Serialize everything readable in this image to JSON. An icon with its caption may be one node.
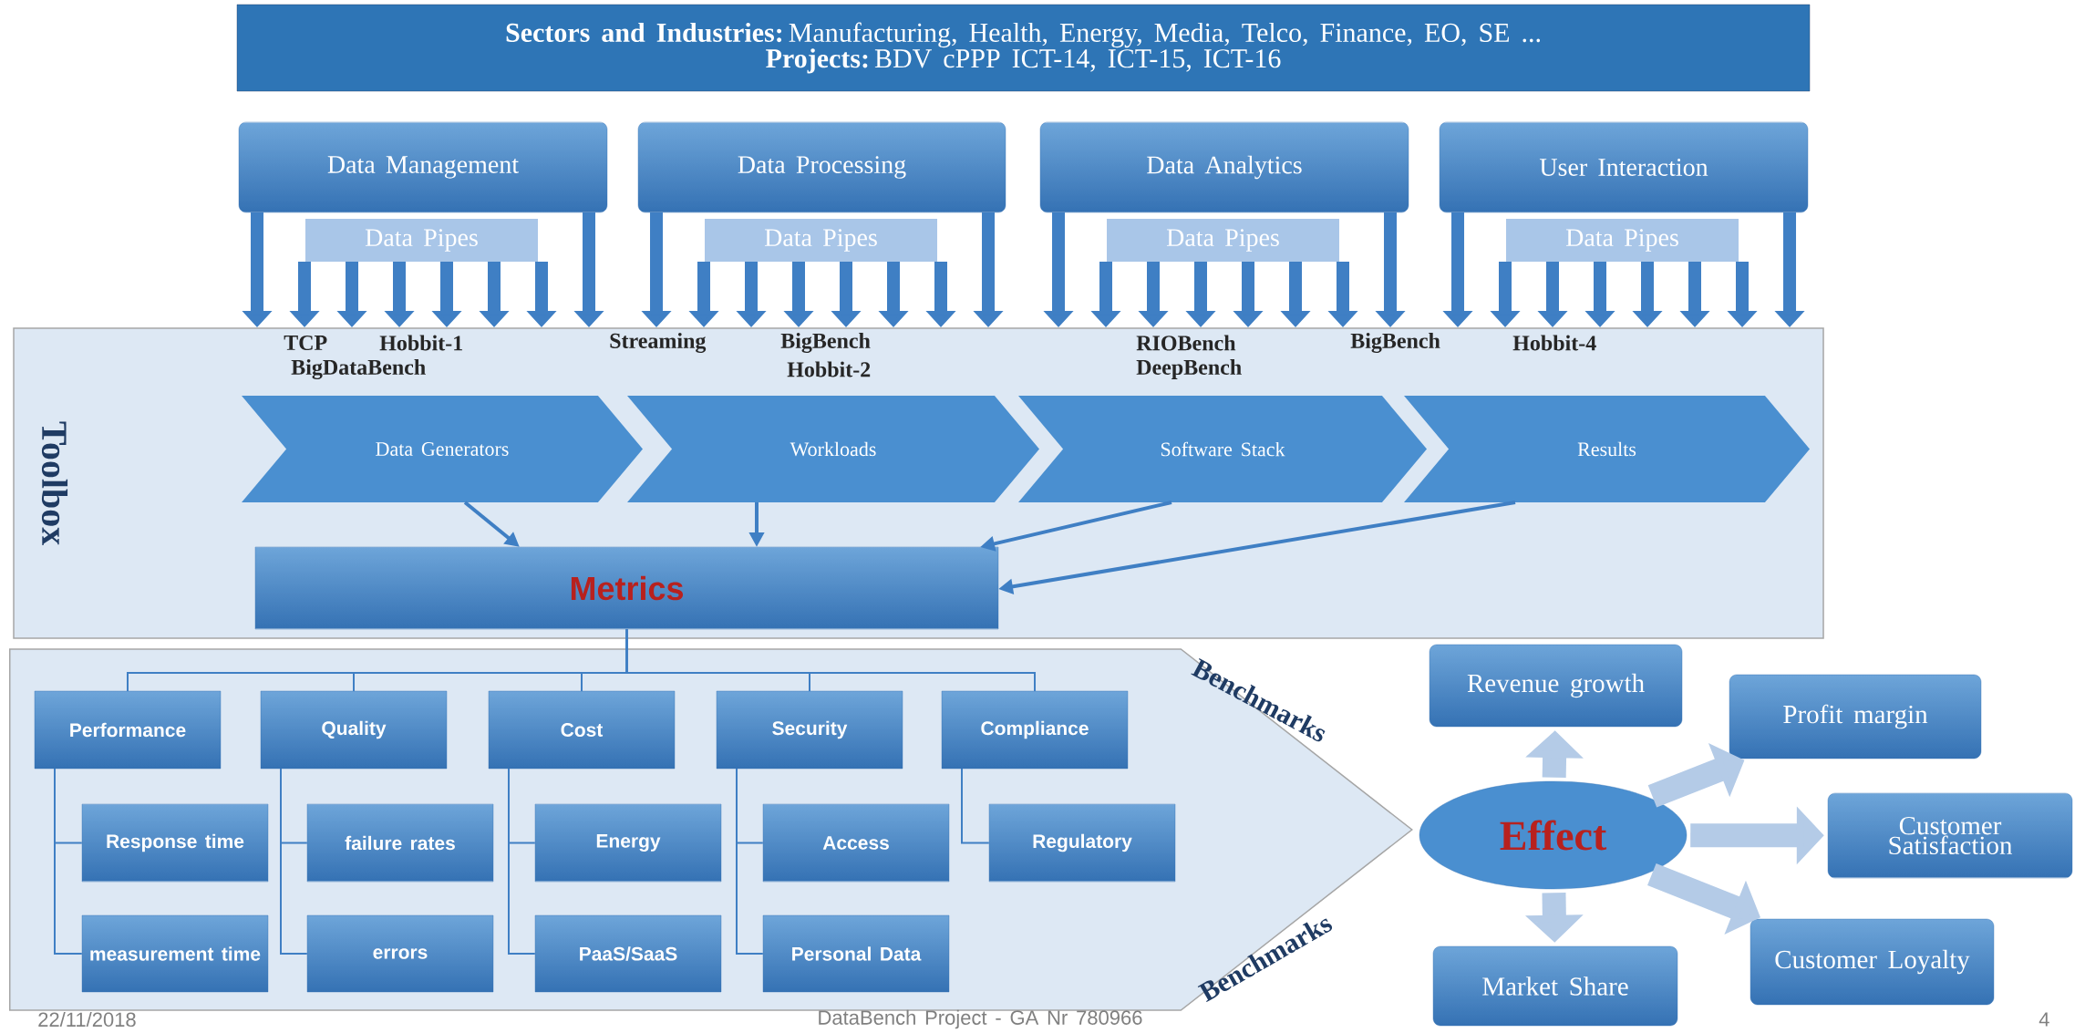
{
  "diagram": {
    "nodes": [
      {
        "text": [
          "**Sectors and Industries:** Manufacturing, Health, Energy, Media, Telco, Finance, EO, SE ...",
          "**Projects:** BDV cPPP ICT-14, ICT-15, ICT-16"
        ]
      },
      {
        "text": [
          "Data Management"
        ]
      },
      {
        "text": [
          "Data Processing"
        ]
      },
      {
        "text": [
          "Data Analytics"
        ]
      },
      {
        "text": [
          "User Interaction"
        ]
      },
      {
        "text": [
          "Data Pipes"
        ]
      },
      {
        "text": [
          "Data Pipes"
        ]
      },
      {
        "text": [
          "Data Pipes"
        ]
      },
      {
        "text": [
          "Data Pipes"
        ]
      },
      {
        "text": [
          "Toolbox"
        ]
      },
      {
        "text": [
          "Data Generators"
        ],
        "in": 9
      },
      {
        "text": [
          "Workloads"
        ],
        "in": 9
      },
      {
        "text": [
          "Software Stack"
        ],
        "in": 9
      },
      {
        "text": [
          "Results"
        ],
        "in": 9
      },
      {
        "text": [
          "Metrics"
        ],
        "in": 9
      },
      {
        "text": [
          "Benchmarks",
          "Benchmarks"
        ]
      },
      {
        "text": [
          "Performance"
        ],
        "in": 15
      },
      {
        "text": [
          "Quality"
        ],
        "in": 15
      },
      {
        "text": [
          "Cost"
        ],
        "in": 15
      },
      {
        "text": [
          "Security"
        ],
        "in": 15
      },
      {
        "text": [
          "Compliance"
        ],
        "in": 15
      },
      {
        "text": [
          "Response time"
        ],
        "in": 15
      },
      {
        "text": [
          "measurement time"
        ],
        "in": 15
      },
      {
        "text": [
          "failure rates"
        ],
        "in": 15
      },
      {
        "text": [
          "errors"
        ],
        "in": 15
      },
      {
        "text": [
          "Energy"
        ],
        "in": 15
      },
      {
        "text": [
          "PaaS/SaaS"
        ],
        "in": 15
      },
      {
        "text": [
          "Access"
        ],
        "in": 15
      },
      {
        "text": [
          "Personal Data"
        ],
        "in": 15
      },
      {
        "text": [
          "Regulatory"
        ],
        "in": 15
      },
      {
        "text": [
          "Effect"
        ]
      },
      {
        "text": [
          "Revenue growth"
        ]
      },
      {
        "text": [
          "Profit margin"
        ]
      },
      {
        "text": [
          "Customer Satisfaction"
        ]
      },
      {
        "text": [
          "Customer Loyalty"
        ]
      },
      {
        "text": [
          "Market Share"
        ]
      }
    ],
    "edges": [
      {
        "from": 1,
        "to": 9,
        "arrow": "to"
      },
      {
        "from": 5,
        "to": 9,
        "arrow": "to"
      },
      {
        "from": 5,
        "to": 9,
        "arrow": "to"
      },
      {
        "from": 5,
        "to": 9,
        "arrow": "to"
      },
      {
        "from": 5,
        "to": 9,
        "arrow": "to"
      },
      {
        "from": 5,
        "to": 9,
        "arrow": "to"
      },
      {
        "from": 5,
        "to": 9,
        "arrow": "to"
      },
      {
        "from": 1,
        "to": 9,
        "arrow": "to"
      },
      {
        "from": 2,
        "to": 9,
        "arrow": "to"
      },
      {
        "from": 6,
        "to": 9,
        "arrow": "to"
      },
      {
        "from": 6,
        "to": 9,
        "arrow": "to"
      },
      {
        "from": 6,
        "to": 9,
        "arrow": "to"
      },
      {
        "from": 6,
        "to": 9,
        "arrow": "to"
      },
      {
        "from": 6,
        "to": 9,
        "arrow": "to"
      },
      {
        "from": 6,
        "to": 9,
        "arrow": "to"
      },
      {
        "from": 2,
        "to": 9,
        "arrow": "to"
      },
      {
        "from": 3,
        "to": 9,
        "arrow": "to"
      },
      {
        "from": 7,
        "to": 9,
        "arrow": "to"
      },
      {
        "from": 7,
        "to": 9,
        "arrow": "to"
      },
      {
        "from": 7,
        "to": 9,
        "arrow": "to"
      },
      {
        "from": 7,
        "to": 9,
        "arrow": "to"
      },
      {
        "from": 7,
        "to": 9,
        "arrow": "to"
      },
      {
        "from": 7,
        "to": 9,
        "arrow": "to"
      },
      {
        "from": 3,
        "to": 9,
        "arrow": "to"
      },
      {
        "from": 4,
        "to": 9,
        "arrow": "to"
      },
      {
        "from": 8,
        "to": 9,
        "arrow": "to"
      },
      {
        "from": 8,
        "to": 9,
        "arrow": "to"
      },
      {
        "from": 8,
        "to": 9,
        "arrow": "to"
      },
      {
        "from": 8,
        "to": 9,
        "arrow": "to"
      },
      {
        "from": 8,
        "to": 9,
        "arrow": "to"
      },
      {
        "from": 8,
        "to": 9,
        "arrow": "to"
      },
      {
        "from": 4,
        "to": 9,
        "arrow": "to"
      },
      {
        "from": 10,
        "to": 14,
        "arrow": "to"
      },
      {
        "from": 11,
        "to": 14,
        "arrow": "to"
      },
      {
        "from": 12,
        "to": 14,
        "arrow": "to"
      },
      {
        "from": 13,
        "to": 14,
        "arrow": "to"
      },
      {
        "from": 14,
        "to": 16,
        "arrow": "none"
      },
      {
        "from": 14,
        "to": 17,
        "arrow": "none"
      },
      {
        "from": 14,
        "to": 18,
        "arrow": "none"
      },
      {
        "from": 14,
        "to": 19,
        "arrow": "none"
      },
      {
        "from": 14,
        "to": 20,
        "arrow": "none"
      },
      {
        "from": 16,
        "to": 21,
        "arrow": "none"
      },
      {
        "from": 16,
        "to": 22,
        "arrow": "none"
      },
      {
        "from": 17,
        "to": 23,
        "arrow": "none"
      },
      {
        "from": 17,
        "to": 24,
        "arrow": "none"
      },
      {
        "from": 18,
        "to": 25,
        "arrow": "none"
      },
      {
        "from": 18,
        "to": 26,
        "arrow": "none"
      },
      {
        "from": 19,
        "to": 27,
        "arrow": "none"
      },
      {
        "from": 19,
        "to": 28,
        "arrow": "none"
      },
      {
        "from": 20,
        "to": 29,
        "arrow": "none"
      },
      {
        "from": 30,
        "to": 31,
        "arrow": "to",
        "style": "thick",
        "color": "#b4cbe7"
      },
      {
        "from": 30,
        "to": 32,
        "arrow": "to",
        "style": "thick",
        "color": "#b4cbe7"
      },
      {
        "from": 30,
        "to": 33,
        "arrow": "to",
        "style": "thick",
        "color": "#b4cbe7"
      },
      {
        "from": 30,
        "to": 34,
        "arrow": "to",
        "style": "thick",
        "color": "#b4cbe7"
      },
      {
        "from": 30,
        "to": 35,
        "arrow": "to",
        "style": "thick",
        "color": "#b4cbe7"
      }
    ],
    "labels": [
      "TCP",
      "BigDataBench",
      "Hobbit-1",
      "Streaming",
      "BigBench",
      "Hobbit-2",
      "RIOBench",
      "DeepBench",
      "BigBench",
      "Hobbit-4",
      "22/11/2018",
      "DataBench Project - GA Nr 780966",
      "4"
    ]
  }
}
